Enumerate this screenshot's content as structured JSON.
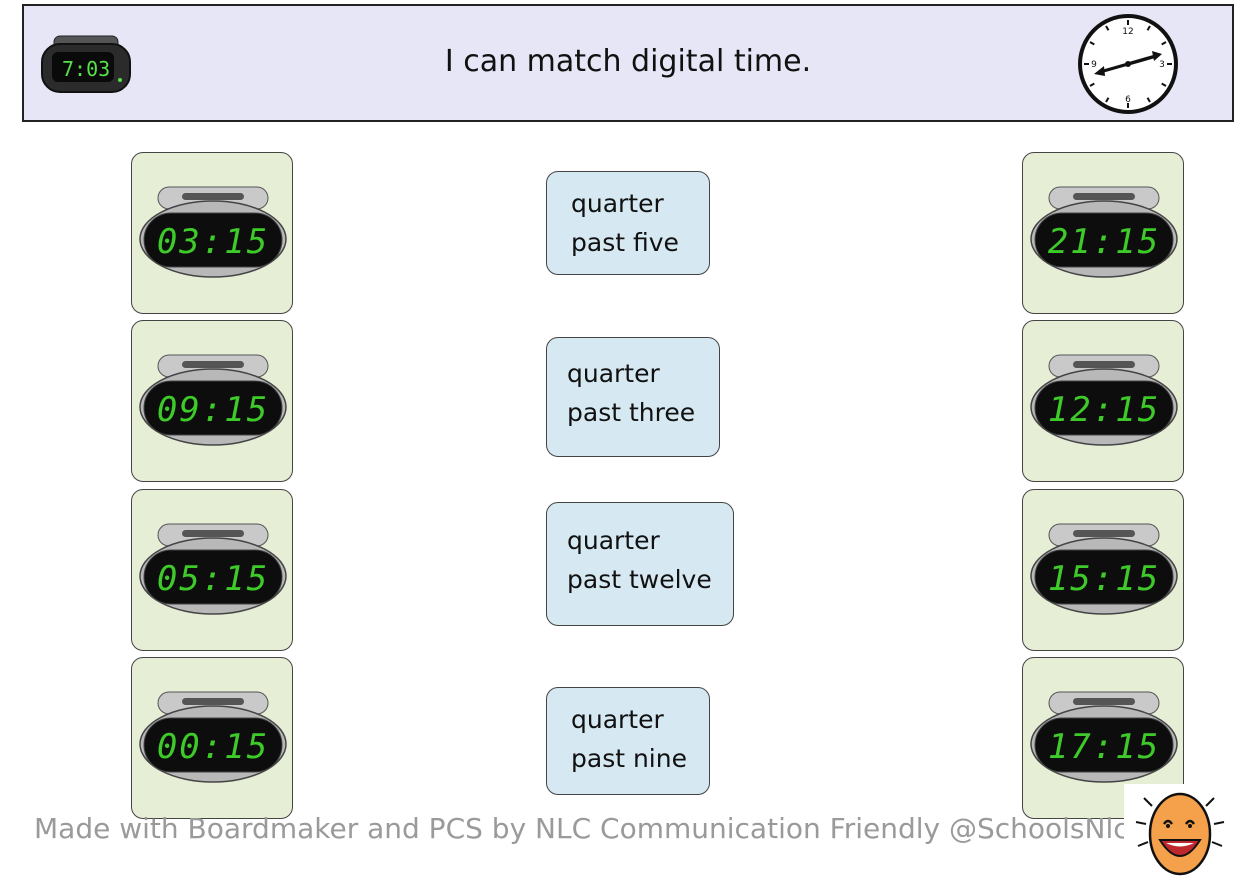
{
  "header": {
    "title": "I can match digital time.",
    "digital_clock_display": "7:03",
    "analog_clock_numbers": [
      "12",
      "3",
      "6",
      "9"
    ]
  },
  "left_clocks": [
    {
      "time": "03:15"
    },
    {
      "time": "09:15"
    },
    {
      "time": "05:15"
    },
    {
      "time": "00:15"
    }
  ],
  "right_clocks": [
    {
      "time": "21:15"
    },
    {
      "time": "12:15"
    },
    {
      "time": "15:15"
    },
    {
      "time": "17:15"
    }
  ],
  "word_cards": [
    {
      "line1": "quarter",
      "line2": "past five"
    },
    {
      "line1": "quarter",
      "line2": "past three"
    },
    {
      "line1": "quarter",
      "line2": "past twelve"
    },
    {
      "line1": "quarter",
      "line2": "past nine"
    }
  ],
  "footer": {
    "credit": "Made with Boardmaker and PCS by NLC Communication Friendly @SchoolsNlc"
  },
  "colors": {
    "header_bg": "#e6e6f7",
    "clock_card_bg": "#e6eed6",
    "word_card_bg": "#d6e9f2",
    "lcd_green": "#3ecb2a",
    "footer_text": "#9a9a9a"
  },
  "icons": [
    "alarm-clock-icon",
    "analog-clock-icon",
    "smiling-face-icon"
  ]
}
